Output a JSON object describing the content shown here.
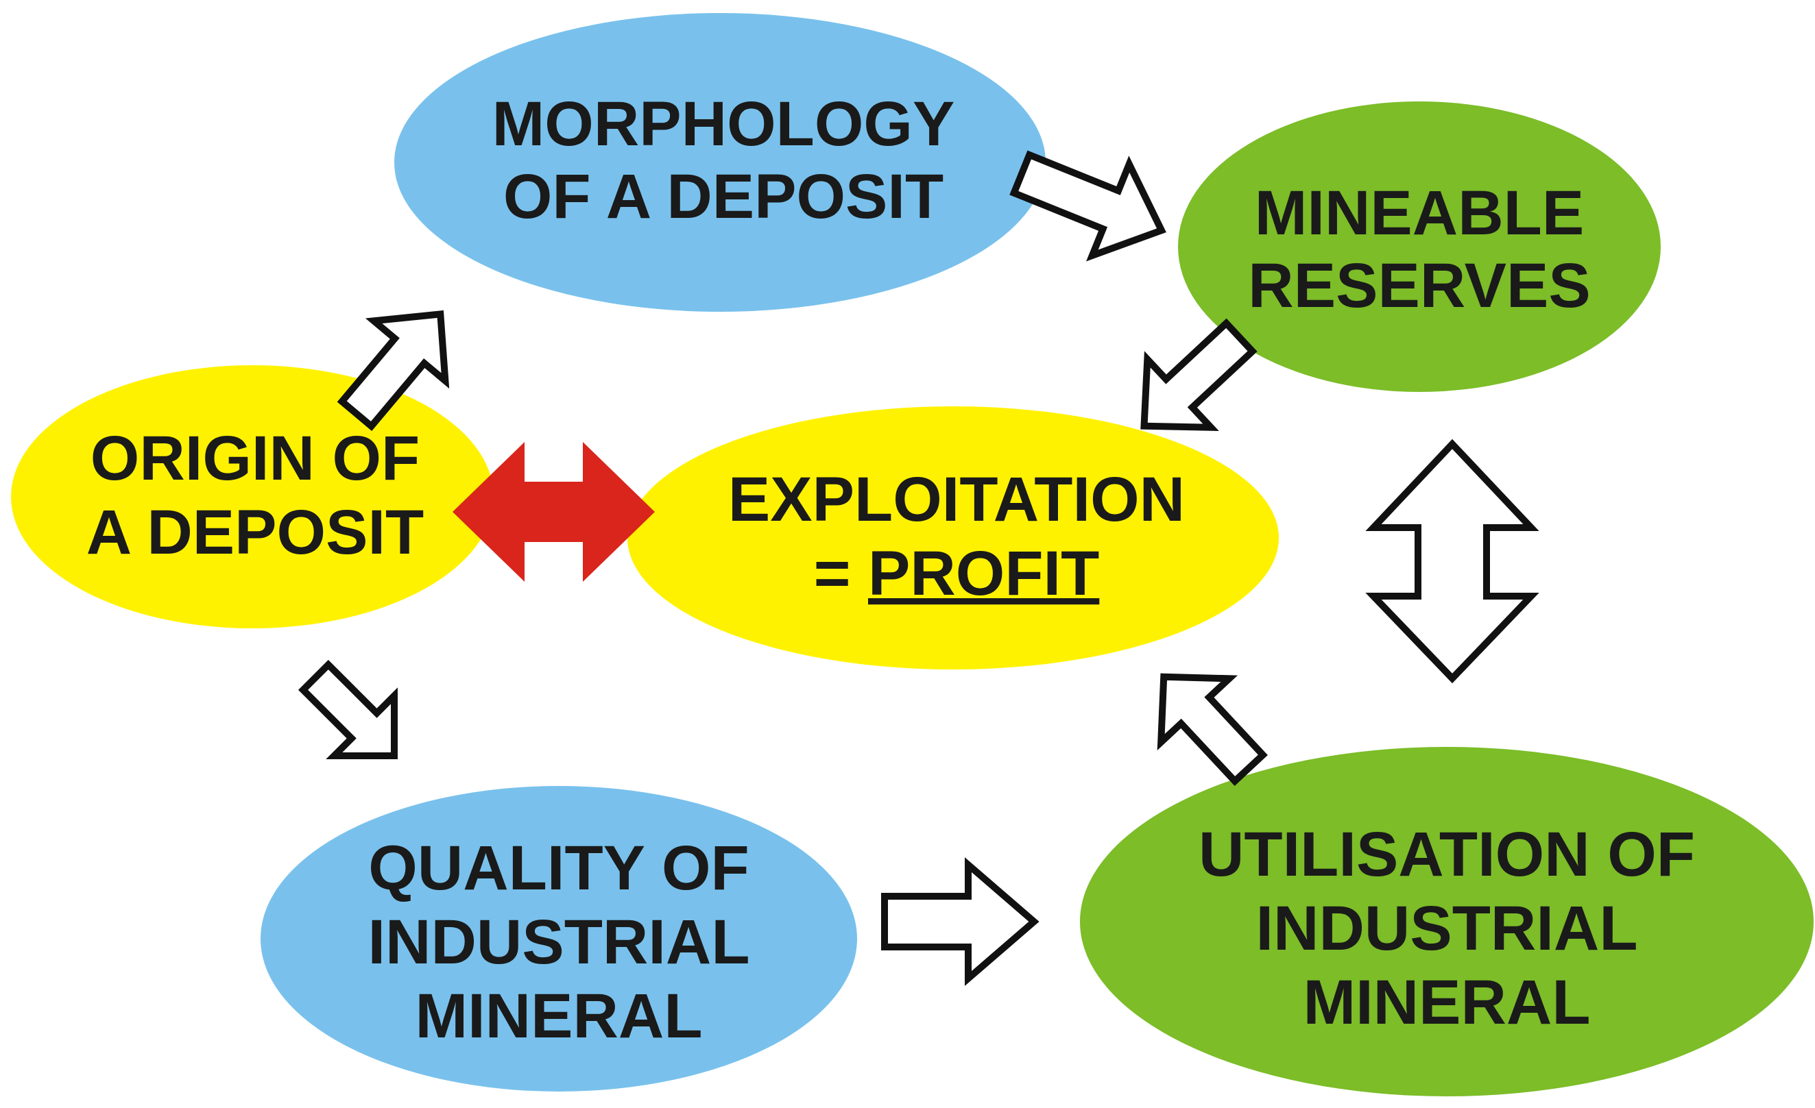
{
  "colors": {
    "blue": "#79c1ec",
    "yellow": "#fff200",
    "green": "#7cbd28",
    "red": "#d9251c",
    "text": "#1a1a1a"
  },
  "nodes": {
    "morphology": {
      "line1": "MORPHOLOGY",
      "line2": "OF A DEPOSIT"
    },
    "mineable": {
      "line1": "MINEABLE",
      "line2": "RESERVES"
    },
    "origin": {
      "line1": "ORIGIN OF",
      "line2": "A DEPOSIT"
    },
    "exploitation": {
      "line1": "EXPLOITATION",
      "line2_prefix": "= ",
      "line2_emph": "PROFIT"
    },
    "quality": {
      "line1": "QUALITY OF",
      "line2": "INDUSTRIAL",
      "line3": "MINERAL"
    },
    "utilisation": {
      "line1": "UTILISATION OF",
      "line2": "INDUSTRIAL",
      "line3": "MINERAL"
    }
  }
}
